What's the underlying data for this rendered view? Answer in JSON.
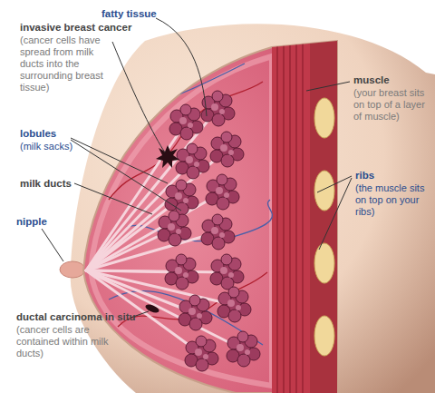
{
  "diagram": {
    "labels": [
      "fatty tissue",
      "invasive breast cancer",
      "(cancer cells have spread from milk ducts into the surrounding breast tissue)",
      "lobules",
      "(milk sacks)",
      "milk ducts",
      "nipple",
      "ductal carcinoma in situ",
      "(cancer cells are contained within milk ducts)",
      "muscle",
      "(your breast sits on top of a layer of muscle)",
      "ribs",
      "(the muscle sits on top on your ribs)"
    ]
  }
}
